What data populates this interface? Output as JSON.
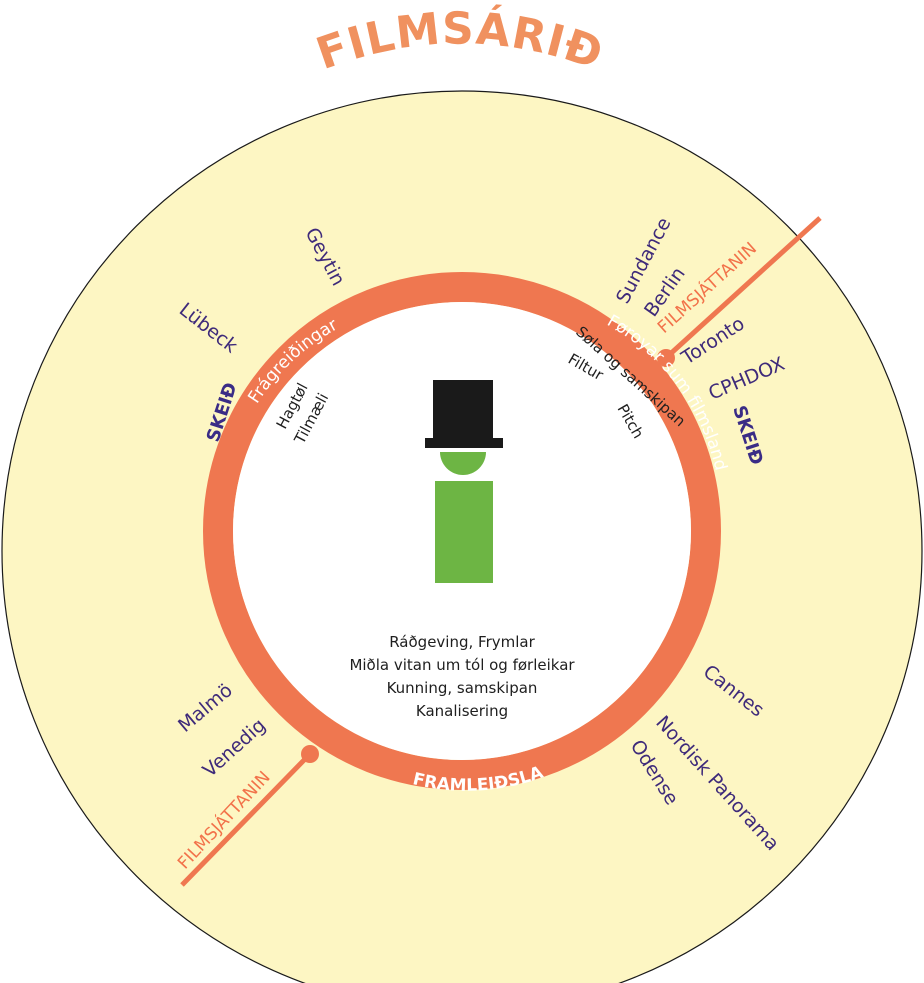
{
  "title": "FILMSÁRIÐ",
  "ring": {
    "top_right": "Føroyar sum filmsland",
    "top_left": "Frágreiðingar",
    "bottom": "FRAMLEIÐSLA"
  },
  "inner_topics": {
    "left": [
      "Hagtøl",
      "Tilmæli"
    ],
    "right": [
      "Søla og samskipan",
      "Filtur",
      "Pitch"
    ]
  },
  "center_list": [
    "Ráðgeving, Frymlar",
    "Miðla vitan um tól og førleikar",
    "Kunning, samskipan",
    "Kanalisering"
  ],
  "festivals": [
    "Geytin",
    "Lübeck",
    "Sundance",
    "Berlin",
    "Toronto",
    "CPHDOX",
    "Cannes",
    "Nordisk Panorama",
    "Odense",
    "Malmö",
    "Venedig"
  ],
  "skeid": [
    "SKEIÐ",
    "SKEIÐ"
  ],
  "filmsjattanin": [
    "FILMSJÁTTANIN",
    "FILMSJÁTTANIN"
  ],
  "colors": {
    "background": "#fdf6c3",
    "ring": "#ef7750",
    "title": "#f0915f",
    "festival_text": "#3e2a7a",
    "figure_body": "#6db544",
    "hat": "#1a1a1a"
  },
  "icons": [
    "top-hat-icon",
    "person-figure-icon"
  ]
}
